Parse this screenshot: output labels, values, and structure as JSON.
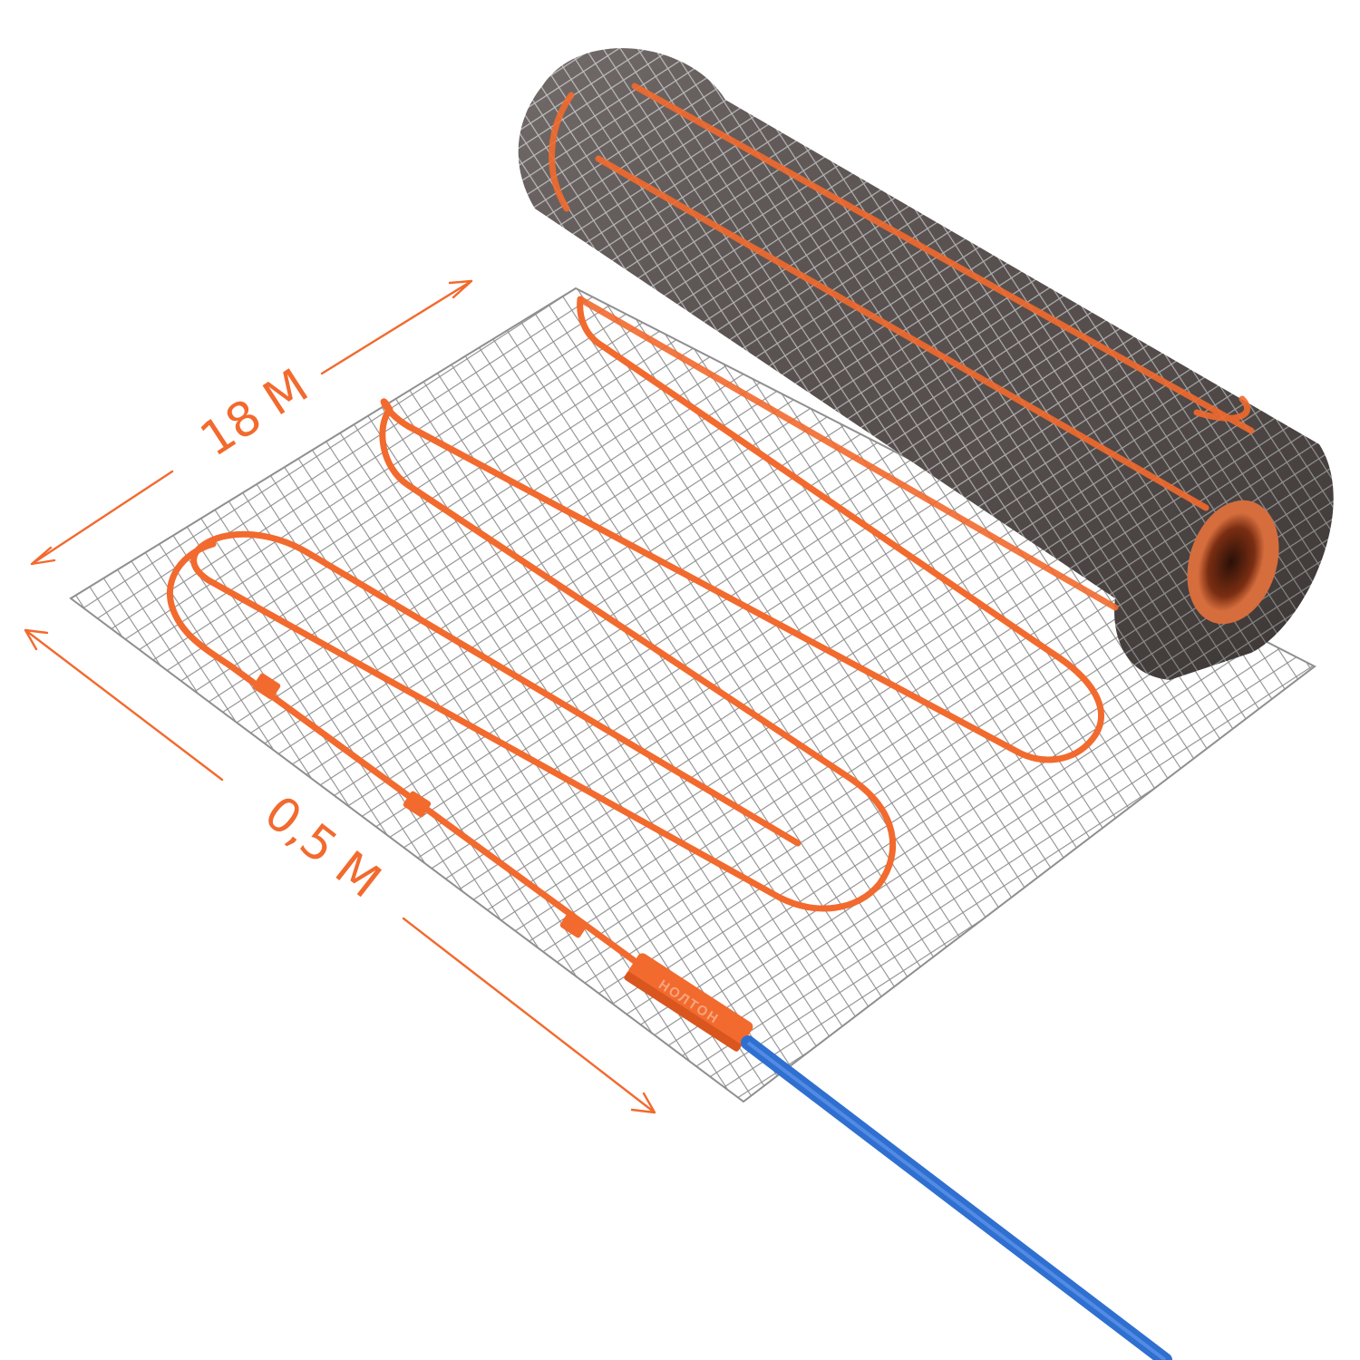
{
  "dimensions": {
    "length_label": "18 М",
    "width_label": "0,5 М"
  },
  "connector": {
    "brand": "НОЛТОН"
  },
  "colors": {
    "heating_cable": "#f26a2e",
    "dimension_accent": "#f26a2e",
    "mesh": "#8a8a8a",
    "mesh_dark": "#4a4a4a",
    "power_cable": "#2f6fd0",
    "roll_core": "#c9623a"
  },
  "icons": {
    "dimension_arrows": "double-headed-arrow"
  }
}
